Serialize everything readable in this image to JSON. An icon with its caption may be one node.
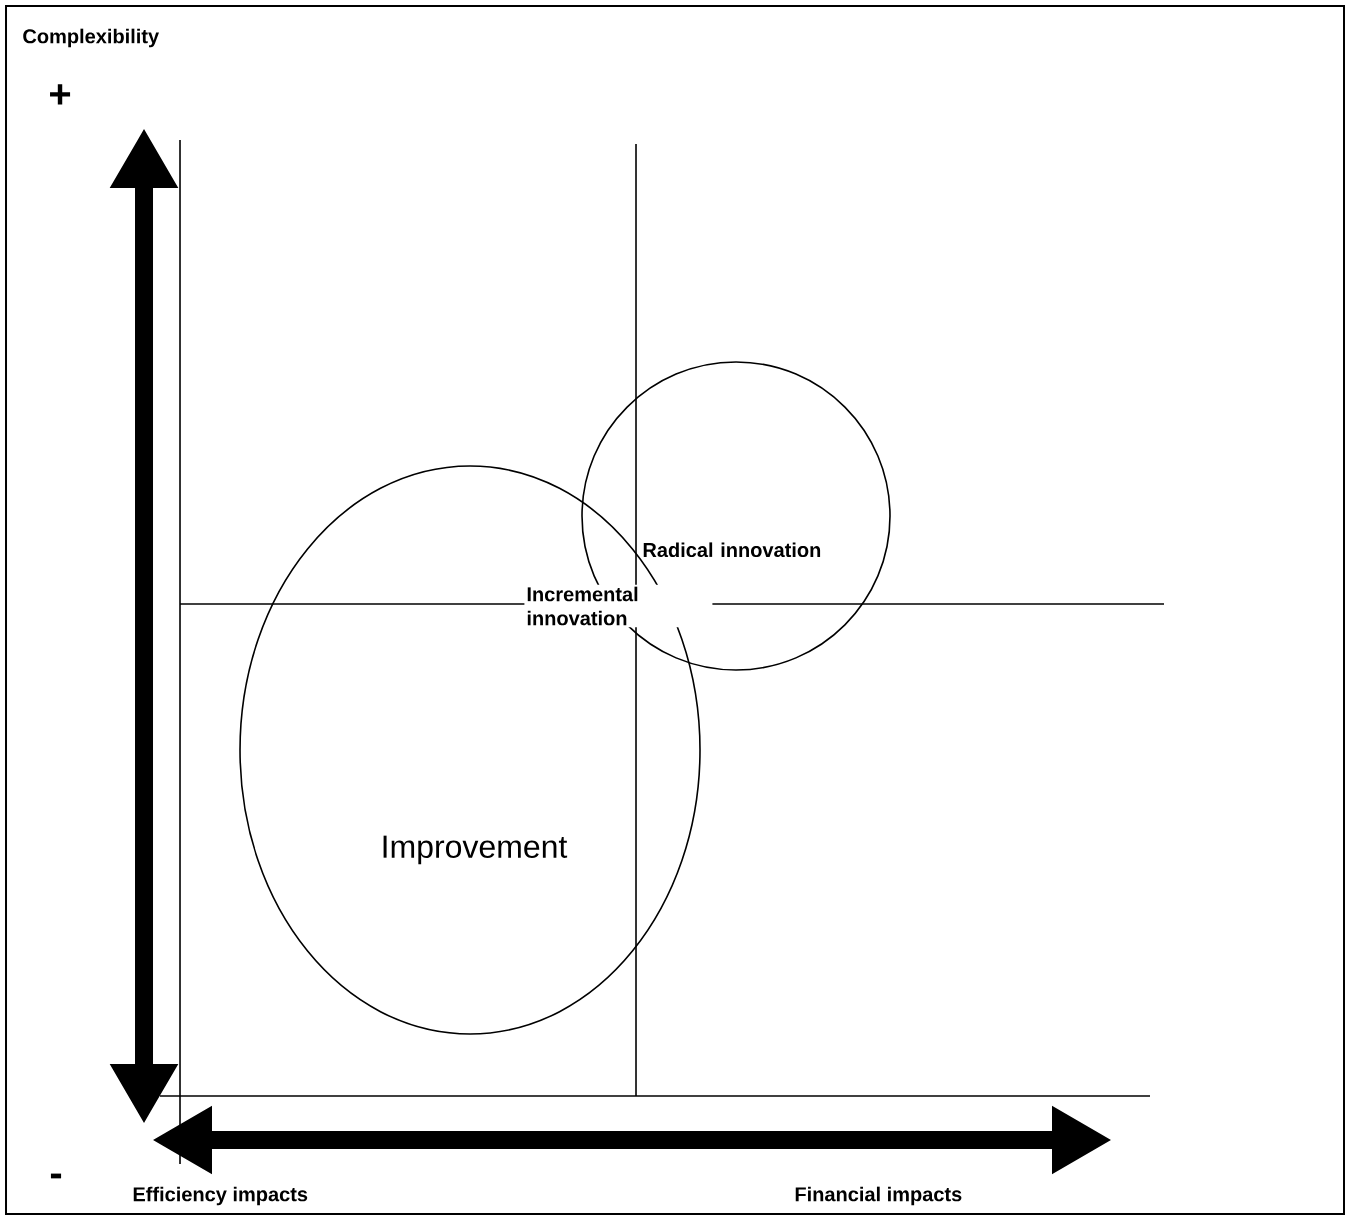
{
  "diagram": {
    "nodes": [
      {
        "text": [
          "Improvement"
        ]
      },
      {
        "text": [
          "Radical innovation"
        ]
      }
    ],
    "labels": [
      "Complexibility",
      "+",
      "Incremental innovation",
      "-",
      "Efficiency impacts",
      "Financial impacts"
    ]
  }
}
